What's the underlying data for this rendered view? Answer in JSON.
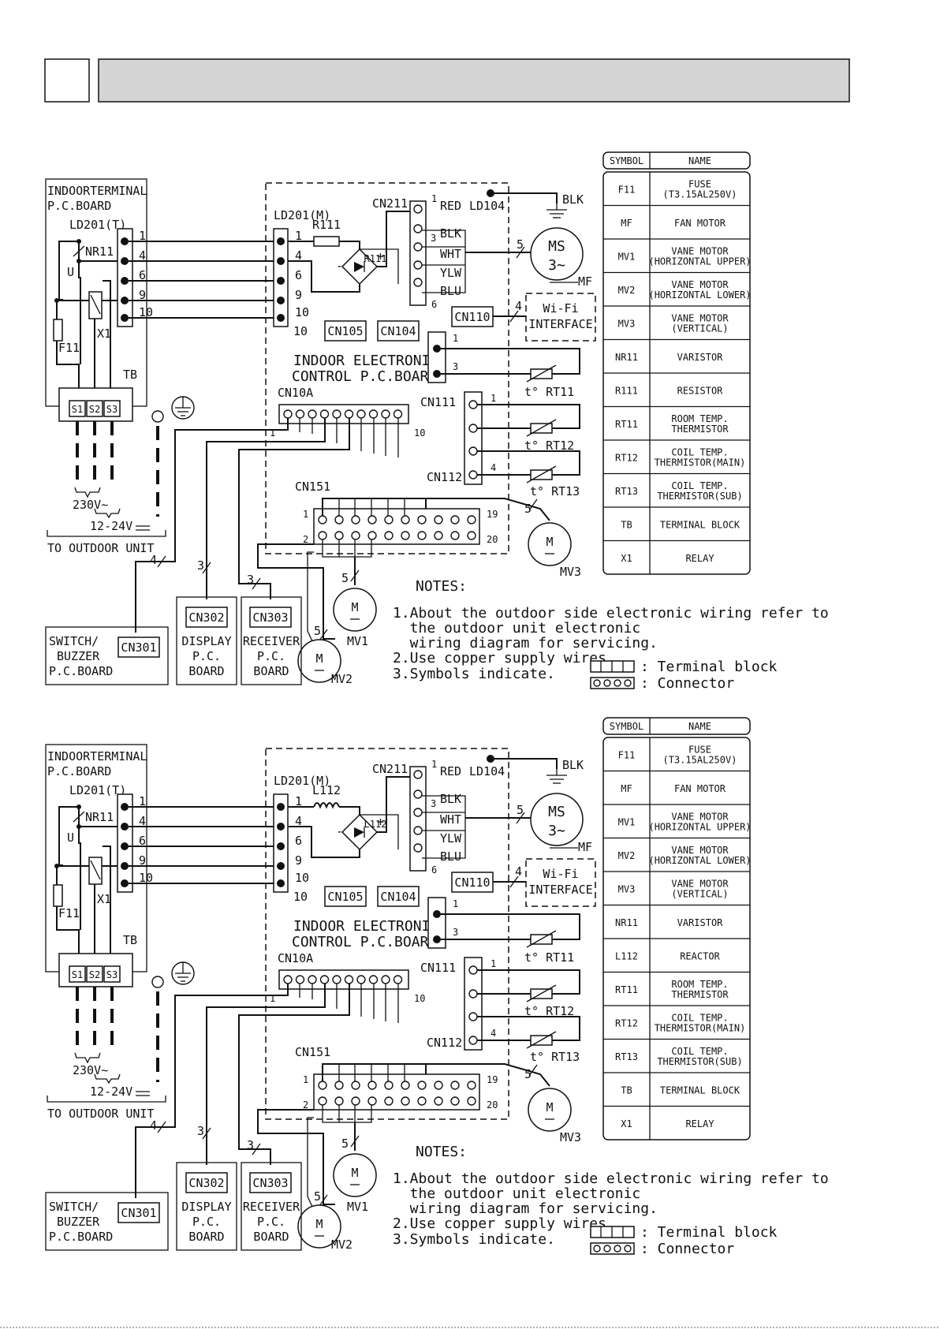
{
  "header": {
    "section_number": "",
    "title": ""
  },
  "diagrams": [
    {
      "variant": "resistor",
      "indoor_terminal": {
        "title1": "INDOORTERMINAL",
        "title2": "P.C.BOARD",
        "ld_label": "LD201(T)",
        "nr_label": "NR11",
        "u_label": "U",
        "x1_label": "X1",
        "f11_label": "F11",
        "tb_label": "TB",
        "terminals": [
          "S1",
          "S2",
          "S3"
        ],
        "pins": [
          "1",
          "4",
          "6",
          "9",
          "10"
        ]
      },
      "outdoor": {
        "v230": "230V∼",
        "v12_24": "12-24V",
        "to_outdoor": "TO OUTDOOR UNIT"
      },
      "control_board": {
        "ld201m": "LD201(M)",
        "component": "R111",
        "cn211": "CN211",
        "ld104": "LD104",
        "blk": "BLK",
        "wire_colors": [
          "RED",
          "BLK",
          "WHT",
          "YLW",
          "BLU"
        ],
        "cn211_pins": [
          "1",
          "3",
          "6"
        ],
        "motor_ms": "MS",
        "motor_3ph": "3∼",
        "motor_mf": "MF",
        "fan_pin": "5",
        "cn105": "CN105",
        "cn104": "CN104",
        "cn110": "CN110",
        "wifi_pin": "4",
        "wifi1": "Wi-Fi",
        "wifi2": "INTERFACE",
        "board_name1": "INDOOR ELECTRONIC",
        "board_name2": "CONTROL P.C.BOARD",
        "cn111": "CN111",
        "cn111_pins": [
          "1",
          "3"
        ],
        "cn112": "CN112",
        "cn112_pins": [
          "1",
          "4"
        ],
        "rt11": "t° RT11",
        "rt12": "t° RT12",
        "rt13": "t° RT13",
        "cn10a": "CN10A",
        "cn10a_pins": [
          "1",
          "10"
        ],
        "cn151": "CN151",
        "cn151_pins": [
          "1",
          "2",
          "19",
          "20"
        ],
        "mv3_pin": "5",
        "mv3": "MV3",
        "mv1_pin": "5",
        "mv1": "MV1",
        "mv2_pin": "5",
        "mv2": "MV2",
        "motor_m": "M"
      },
      "sub_boards": [
        {
          "wire": "4",
          "connector": "CN301",
          "name": [
            "SWITCH/",
            "BUZZER",
            "P.C.BOARD"
          ]
        },
        {
          "wire": "3",
          "connector": "CN302",
          "name": [
            "DISPLAY",
            "P.C.",
            "BOARD"
          ]
        },
        {
          "wire": "3",
          "connector": "CN303",
          "name": [
            "RECEIVER",
            "P.C.",
            "BOARD"
          ]
        }
      ],
      "notes": {
        "title": "NOTES:",
        "lines": [
          "1.About the outdoor side electronic wiring refer to",
          "  the outdoor unit electronic",
          "  wiring diagram for servicing.",
          "2.Use copper supply wires.",
          "3.Symbols indicate."
        ],
        "legend_tb": ": Terminal block",
        "legend_conn": ": Connector"
      },
      "symbol_table": {
        "headers": [
          "SYMBOL",
          "NAME"
        ],
        "rows": [
          {
            "symbol": "F11",
            "name": [
              "FUSE",
              "(T3.15AL250V)"
            ]
          },
          {
            "symbol": "MF",
            "name": [
              "FAN MOTOR"
            ]
          },
          {
            "symbol": "MV1",
            "name": [
              "VANE MOTOR",
              "(HORIZONTAL UPPER)"
            ]
          },
          {
            "symbol": "MV2",
            "name": [
              "VANE MOTOR",
              "(HORIZONTAL LOWER)"
            ]
          },
          {
            "symbol": "MV3",
            "name": [
              "VANE MOTOR",
              "(VERTICAL)"
            ]
          },
          {
            "symbol": "NR11",
            "name": [
              "VARISTOR"
            ]
          },
          {
            "symbol": "R111",
            "name": [
              "RESISTOR"
            ]
          },
          {
            "symbol": "RT11",
            "name": [
              "ROOM TEMP.",
              "THERMISTOR"
            ]
          },
          {
            "symbol": "RT12",
            "name": [
              "COIL TEMP.",
              "THERMISTOR(MAIN)"
            ]
          },
          {
            "symbol": "RT13",
            "name": [
              "COIL TEMP.",
              "THERMISTOR(SUB)"
            ]
          },
          {
            "symbol": "TB",
            "name": [
              "TERMINAL BLOCK"
            ]
          },
          {
            "symbol": "X1",
            "name": [
              "RELAY"
            ]
          }
        ]
      }
    },
    {
      "variant": "reactor",
      "indoor_terminal": {
        "title1": "INDOORTERMINAL",
        "title2": "P.C.BOARD",
        "ld_label": "LD201(T)",
        "nr_label": "NR11",
        "u_label": "U",
        "x1_label": "X1",
        "f11_label": "F11",
        "tb_label": "TB",
        "terminals": [
          "S1",
          "S2",
          "S3"
        ],
        "pins": [
          "1",
          "4",
          "6",
          "9",
          "10"
        ]
      },
      "outdoor": {
        "v230": "230V∼",
        "v12_24": "12-24V",
        "to_outdoor": "TO OUTDOOR UNIT"
      },
      "control_board": {
        "ld201m": "LD201(M)",
        "component": "L112",
        "cn211": "CN211",
        "ld104": "LD104",
        "blk": "BLK",
        "wire_colors": [
          "RED",
          "BLK",
          "WHT",
          "YLW",
          "BLU"
        ],
        "cn211_pins": [
          "1",
          "3",
          "6"
        ],
        "motor_ms": "MS",
        "motor_3ph": "3∼",
        "motor_mf": "MF",
        "fan_pin": "5",
        "cn105": "CN105",
        "cn104": "CN104",
        "cn110": "CN110",
        "wifi_pin": "4",
        "wifi1": "Wi-Fi",
        "wifi2": "INTERFACE",
        "board_name1": "INDOOR ELECTRONIC",
        "board_name2": "CONTROL P.C.BOARD",
        "cn111": "CN111",
        "cn111_pins": [
          "1",
          "3"
        ],
        "cn112": "CN112",
        "cn112_pins": [
          "1",
          "4"
        ],
        "rt11": "t° RT11",
        "rt12": "t° RT12",
        "rt13": "t° RT13",
        "cn10a": "CN10A",
        "cn10a_pins": [
          "1",
          "10"
        ],
        "cn151": "CN151",
        "cn151_pins": [
          "1",
          "2",
          "19",
          "20"
        ],
        "mv3_pin": "5",
        "mv3": "MV3",
        "mv1_pin": "5",
        "mv1": "MV1",
        "mv2_pin": "5",
        "mv2": "MV2",
        "motor_m": "M"
      },
      "sub_boards": [
        {
          "wire": "4",
          "connector": "CN301",
          "name": [
            "SWITCH/",
            "BUZZER",
            "P.C.BOARD"
          ]
        },
        {
          "wire": "3",
          "connector": "CN302",
          "name": [
            "DISPLAY",
            "P.C.",
            "BOARD"
          ]
        },
        {
          "wire": "3",
          "connector": "CN303",
          "name": [
            "RECEIVER",
            "P.C.",
            "BOARD"
          ]
        }
      ],
      "notes": {
        "title": "NOTES:",
        "lines": [
          "1.About the outdoor side electronic wiring refer to",
          "  the outdoor unit electronic",
          "  wiring diagram for servicing.",
          "2.Use copper supply wires.",
          "3.Symbols indicate."
        ],
        "legend_tb": ": Terminal block",
        "legend_conn": ": Connector"
      },
      "symbol_table": {
        "headers": [
          "SYMBOL",
          "NAME"
        ],
        "rows": [
          {
            "symbol": "F11",
            "name": [
              "FUSE",
              "(T3.15AL250V)"
            ]
          },
          {
            "symbol": "MF",
            "name": [
              "FAN MOTOR"
            ]
          },
          {
            "symbol": "MV1",
            "name": [
              "VANE MOTOR",
              "(HORIZONTAL UPPER)"
            ]
          },
          {
            "symbol": "MV2",
            "name": [
              "VANE MOTOR",
              "(HORIZONTAL LOWER)"
            ]
          },
          {
            "symbol": "MV3",
            "name": [
              "VANE MOTOR",
              "(VERTICAL)"
            ]
          },
          {
            "symbol": "NR11",
            "name": [
              "VARISTOR"
            ]
          },
          {
            "symbol": "L112",
            "name": [
              "REACTOR"
            ]
          },
          {
            "symbol": "RT11",
            "name": [
              "ROOM TEMP.",
              "THERMISTOR"
            ]
          },
          {
            "symbol": "RT12",
            "name": [
              "COIL TEMP.",
              "THERMISTOR(MAIN)"
            ]
          },
          {
            "symbol": "RT13",
            "name": [
              "COIL TEMP.",
              "THERMISTOR(SUB)"
            ]
          },
          {
            "symbol": "TB",
            "name": [
              "TERMINAL BLOCK"
            ]
          },
          {
            "symbol": "X1",
            "name": [
              "RELAY"
            ]
          }
        ]
      }
    }
  ]
}
